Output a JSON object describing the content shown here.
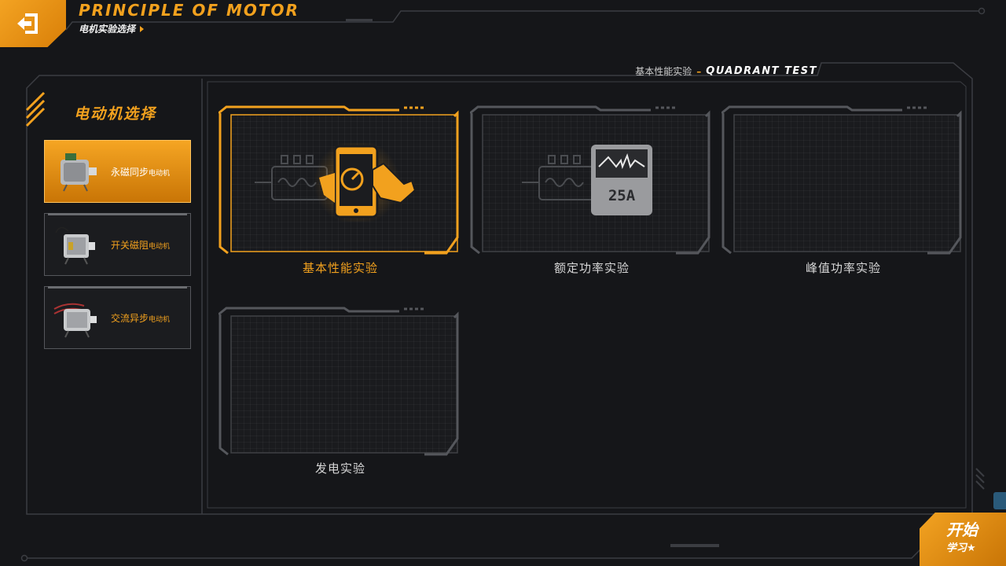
{
  "header": {
    "title": "PRINCIPLE OF MOTOR",
    "breadcrumb": "电机实验选择"
  },
  "quadrant": {
    "cn": "基本性能实验",
    "en": "QUADRANT TEST"
  },
  "sidebar": {
    "title": "电动机选择",
    "items": [
      {
        "name": "永磁同步",
        "suffix": "电动机",
        "active": true
      },
      {
        "name": "开关磁阻",
        "suffix": "电动机",
        "active": false
      },
      {
        "name": "交流异步",
        "suffix": "电动机",
        "active": false
      }
    ]
  },
  "experiments": [
    {
      "label": "基本性能实验",
      "active": true,
      "icon": "phone-gauge-icon"
    },
    {
      "label": "额定功率实验",
      "active": false,
      "icon": "current-meter-icon",
      "badge": "25A"
    },
    {
      "label": "峰值功率实验",
      "active": false,
      "icon": ""
    },
    {
      "label": "发电实验",
      "active": false,
      "icon": ""
    }
  ],
  "start_button": {
    "line1": "开始",
    "line2": "学习★"
  },
  "colors": {
    "accent": "#f2a11e",
    "background": "#151619",
    "frame": "#3b3d42"
  }
}
